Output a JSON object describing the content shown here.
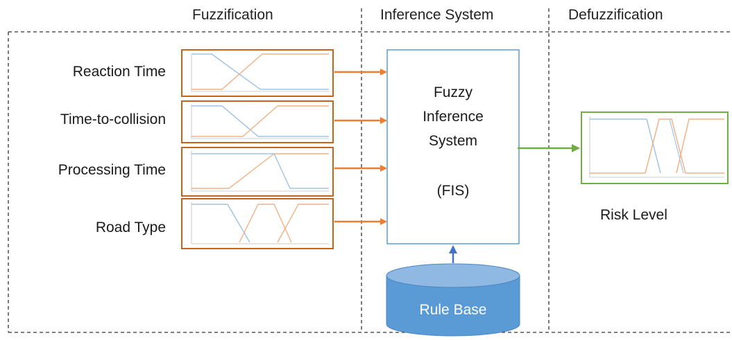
{
  "sections": {
    "fuzzification": "Fuzzification",
    "inference": "Inference System",
    "defuzzification": "Defuzzification"
  },
  "inputs": [
    {
      "label": "Reaction Time"
    },
    {
      "label": "Time-to-collision"
    },
    {
      "label": "Processing Time"
    },
    {
      "label": "Road Type"
    }
  ],
  "fis": {
    "line1": "Fuzzy",
    "line2": "Inference",
    "line3": "System",
    "line4": "(FIS)"
  },
  "rule_base": {
    "label": "Rule Base"
  },
  "output": {
    "label": "Risk Level"
  },
  "colors": {
    "input_frame": "#c5631a",
    "input_arrow": "#ed7d31",
    "fis_border": "#5b9bd5",
    "db_fill": "#5b9bd5",
    "db_arrow": "#4472c4",
    "output_frame": "#70ad47",
    "output_arrow": "#70ad47",
    "mf_blue": "#9dc3e6",
    "mf_orange": "#f4b183"
  }
}
